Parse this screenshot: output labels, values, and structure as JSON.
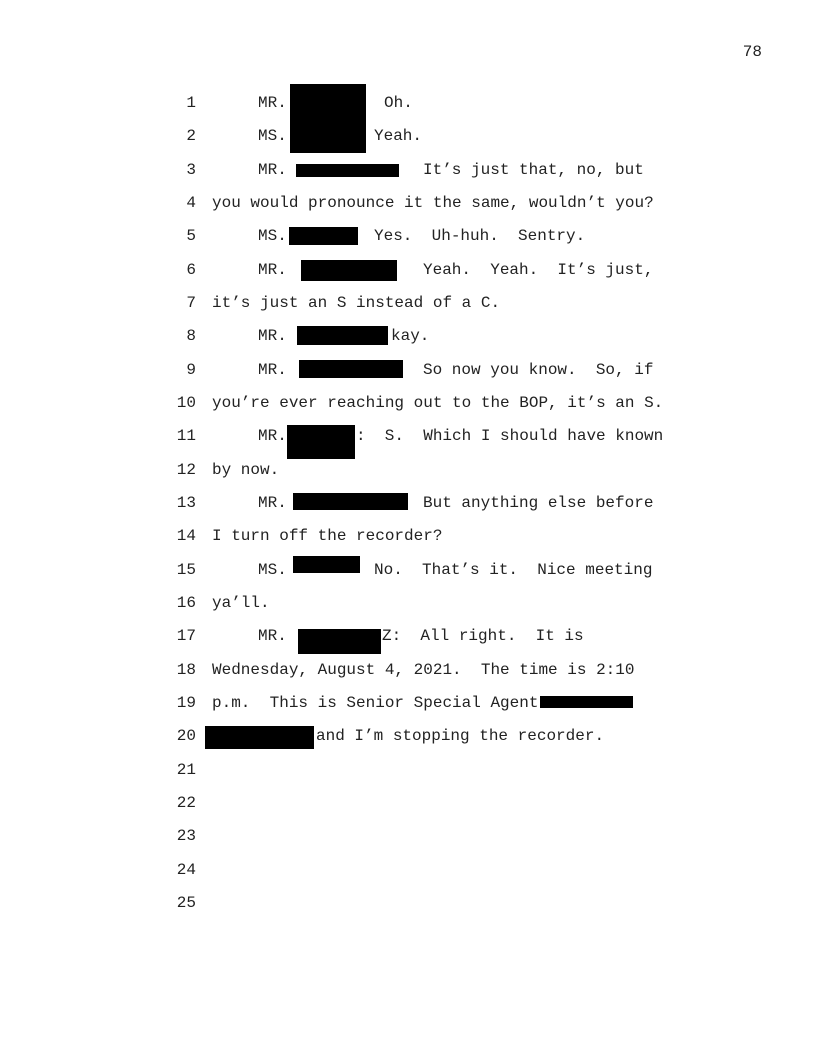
{
  "page_number": "78",
  "line_numbers": [
    "1",
    "2",
    "3",
    "4",
    "5",
    "6",
    "7",
    "8",
    "9",
    "10",
    "11",
    "12",
    "13",
    "14",
    "15",
    "16",
    "17",
    "18",
    "19",
    "20",
    "21",
    "22",
    "23",
    "24",
    "25"
  ],
  "lines": {
    "l1": {
      "speaker": "MR.",
      "text": "Oh."
    },
    "l2": {
      "speaker": "MS.",
      "text": "Yeah."
    },
    "l3": {
      "speaker": "MR.",
      "text": "It’s just that, no, but"
    },
    "l4": {
      "text": "you would pronounce it the same, wouldn’t you?"
    },
    "l5": {
      "speaker": "MS.",
      "text": "Yes.  Uh-huh.  Sentry."
    },
    "l6": {
      "speaker": "MR.",
      "text": "Yeah.  Yeah.  It’s just,"
    },
    "l7": {
      "text": "it’s just an S instead of a C."
    },
    "l8": {
      "speaker": "MR.",
      "text": "kay."
    },
    "l9": {
      "speaker": "MR.",
      "text": "So now you know.  So, if"
    },
    "l10": {
      "text": "you’re ever reaching out to the BOP, it’s an S."
    },
    "l11": {
      "speaker": "MR.",
      "text": ":  S.  Which I should have known"
    },
    "l12": {
      "text": "by now."
    },
    "l13": {
      "speaker": "MR.",
      "text": "But anything else before"
    },
    "l14": {
      "text": "I turn off the recorder?"
    },
    "l15": {
      "speaker": "MS.",
      "text": "No.  That’s it.  Nice meeting"
    },
    "l16": {
      "text": "ya’ll."
    },
    "l17": {
      "speaker": "MR.",
      "text": "Z:  All right.  It is"
    },
    "l18": {
      "text": "Wednesday, August 4, 2021.  The time is 2:10"
    },
    "l19": {
      "text": "p.m.  This is Senior Special Agent"
    },
    "l20": {
      "text": "and I’m stopping the recorder."
    }
  }
}
